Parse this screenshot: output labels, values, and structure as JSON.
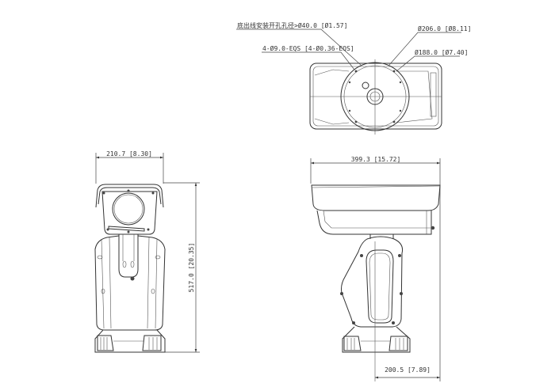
{
  "top_view": {
    "cable_hole_label": "底出线安装开孔孔径>Ø40.0 [Ø1.57]",
    "mount_holes_label": "4-Ø9.0-EQS [4-Ø0.36-EQS]",
    "outer_diameter_label": "Ø206.0 [Ø8.11]",
    "bolt_circle_label": "Ø188.0 [Ø7.40]"
  },
  "front_view": {
    "width_label": "210.7 [8.30]",
    "height_label": "517.0 [20.35]"
  },
  "side_view": {
    "length_label": "399.3 [15.72]",
    "offset_label": "200.5 [7.89]"
  }
}
